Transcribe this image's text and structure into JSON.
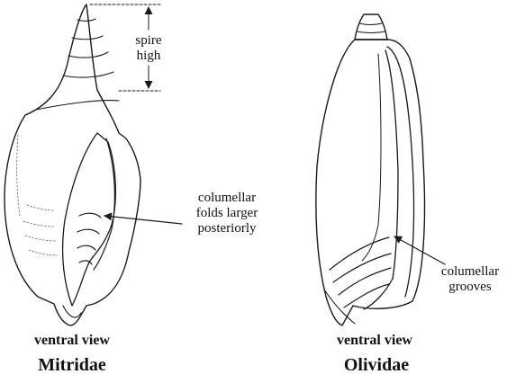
{
  "figure": {
    "mitridae": {
      "spire_label_line1": "spire",
      "spire_label_line2": "high",
      "fold_label_line1": "columellar",
      "fold_label_line2": "folds larger",
      "fold_label_line3": "posteriorly",
      "view_caption": "ventral view",
      "family_name": "Mitridae"
    },
    "olividae": {
      "groove_label_line1": "columellar",
      "groove_label_line2": "grooves",
      "view_caption": "ventral view",
      "family_name": "Olividae"
    }
  }
}
